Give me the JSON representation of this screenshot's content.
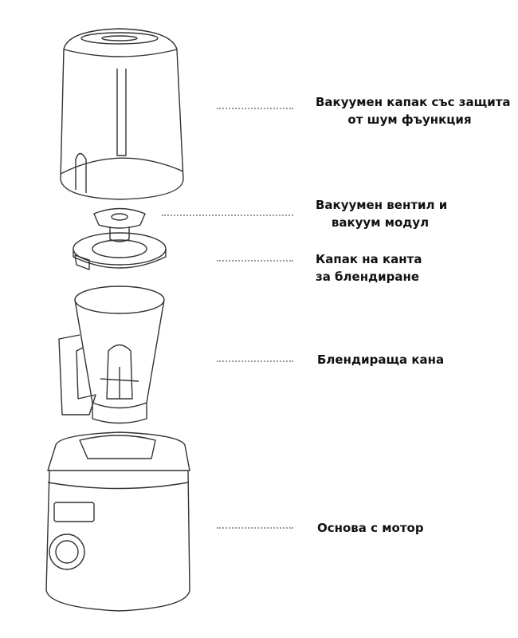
{
  "labels": [
    {
      "lines": [
        "Вакуумен капак със защита",
        "от шум фъункция"
      ]
    },
    {
      "lines": [
        "Вакуумен вентил и",
        "вакуум модул"
      ]
    },
    {
      "lines": [
        "Капак на канта",
        "за блендиране"
      ]
    },
    {
      "lines": [
        "Блендираща кана"
      ]
    },
    {
      "lines": [
        "Основа с мотор"
      ]
    }
  ],
  "colors": {
    "line": "#333333",
    "leader": "#9a9a9a",
    "text": "#111111"
  }
}
